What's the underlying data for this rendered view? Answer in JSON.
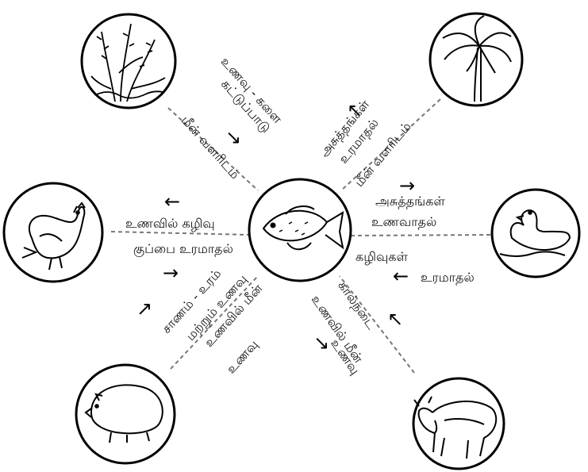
{
  "center": {
    "name": "fish-icon"
  },
  "nodes": [
    {
      "key": "weed",
      "icon": "aquatic-weed-icon"
    },
    {
      "key": "palm",
      "icon": "coconut-palm-icon"
    },
    {
      "key": "hen",
      "icon": "hen-icon"
    },
    {
      "key": "duck",
      "icon": "duck-icon"
    },
    {
      "key": "pig",
      "icon": "pig-icon"
    },
    {
      "key": "cattle",
      "icon": "cattle-icon"
    }
  ],
  "labels": {
    "weed_line1": "உணவு - களை",
    "weed_line2": "கட்டுப்பாடு",
    "weed_habitat": "மீன் வளரிடம்",
    "palm_line1": "அசுத்தங்கள்",
    "palm_line2": "உரமாதல்",
    "palm_line3": "மீன் வளரிடம்",
    "hen_line1": "உணவில் கழிவு",
    "hen_line2": "குப்பை உரமாதல்",
    "duck_line1": "அசுத்தங்கள்",
    "duck_line2": "உணவாதல்",
    "duck_line3": "கழிவுகள்",
    "duck_line4": "உரமாதல்",
    "pig_line1": "சாணம் - உரம்",
    "pig_line2": "மற்றும் உணவு",
    "pig_line3": "உணவில் மீன்",
    "pig_line4": "உணவு",
    "cattle_line1": "கால்நடை",
    "cattle_line2": "உணவில் மீன்",
    "cattle_line3": "உணவு"
  },
  "arrows": {
    "weed": "↘",
    "palm": "↖",
    "duck_top": "→",
    "duck_bottom": "←",
    "hen_top": "←",
    "hen_bottom": "→",
    "pig": "↗",
    "cattle_top": "↖",
    "cattle_bottom": "↘"
  }
}
